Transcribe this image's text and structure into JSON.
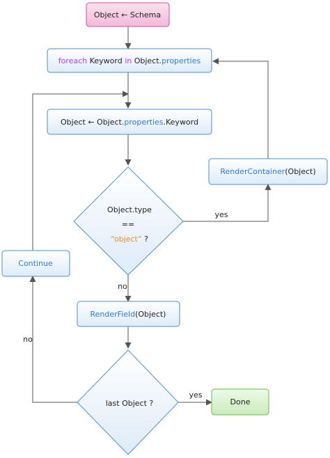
{
  "nodes": {
    "start": {
      "text": "Object ← Schema"
    },
    "foreach": {
      "kw1": "foreach",
      "t1": " Keyword ",
      "kw2": "in",
      "t2": " Object.",
      "prop": "properties"
    },
    "assign": {
      "t1": "Object ← Object.",
      "prop": "properties",
      "t2": ".Keyword"
    },
    "render_container": {
      "fn": "RenderContainer",
      "args": "(Object)"
    },
    "decision_type": {
      "line1": "Object.type",
      "line2": "==",
      "str": "“object”",
      "q": " ?"
    },
    "continue": {
      "text": "Continue"
    },
    "render_field": {
      "fn": "RenderField",
      "args": "(Object)"
    },
    "decision_last": {
      "text": "last Object ?"
    },
    "done": {
      "text": "Done"
    }
  },
  "edges": {
    "type_yes": "yes",
    "type_no": "no",
    "last_no": "no",
    "last_yes": "yes"
  },
  "colors": {
    "start_fill": "#f6c9e2",
    "start_stroke": "#d84a9a",
    "box_fill": "#eef5fd",
    "box_stroke": "#4a8fd0",
    "done_fill": "#d9f2cf",
    "done_stroke": "#6ab84f",
    "line": "#555555"
  }
}
